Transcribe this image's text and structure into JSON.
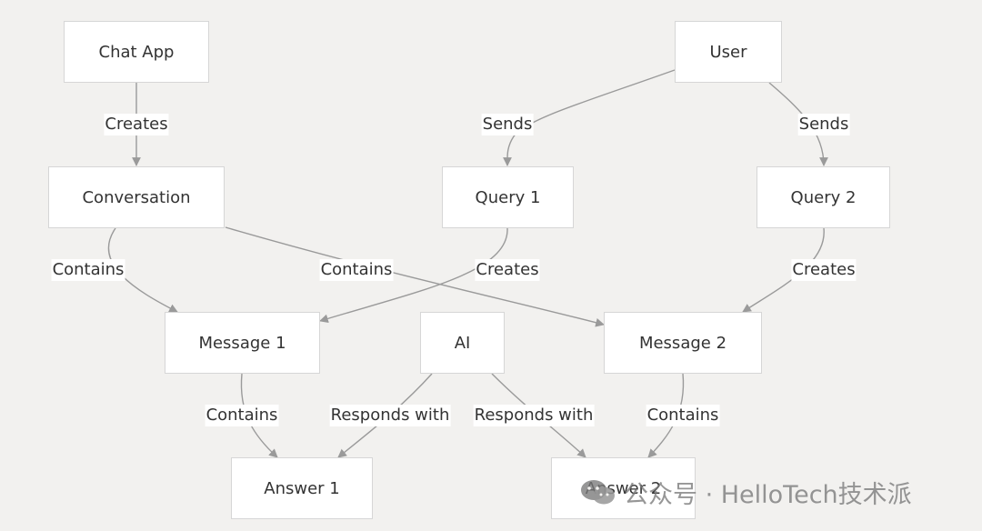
{
  "nodes": {
    "chat_app": "Chat App",
    "user": "User",
    "conversation": "Conversation",
    "query1": "Query 1",
    "query2": "Query 2",
    "message1": "Message 1",
    "ai": "AI",
    "message2": "Message 2",
    "answer1": "Answer 1",
    "answer2": "Answer 2"
  },
  "edges": {
    "chatapp_conversation": "Creates",
    "user_query1": "Sends",
    "user_query2": "Sends",
    "conversation_message1": "Contains",
    "conversation_message2": "Contains",
    "query1_message1": "Creates",
    "query2_message2": "Creates",
    "message1_answer1": "Contains",
    "ai_answer1": "Responds with",
    "ai_answer2": "Responds with",
    "message2_answer2": "Contains"
  },
  "colors": {
    "edge": "#9a9a9a",
    "node_fill": "#ffffff",
    "node_border": "#d6d6d6",
    "background": "#f2f1ef"
  },
  "watermark": {
    "text": "公众号 · HelloTech技术派",
    "icon": "wechat-icon"
  }
}
